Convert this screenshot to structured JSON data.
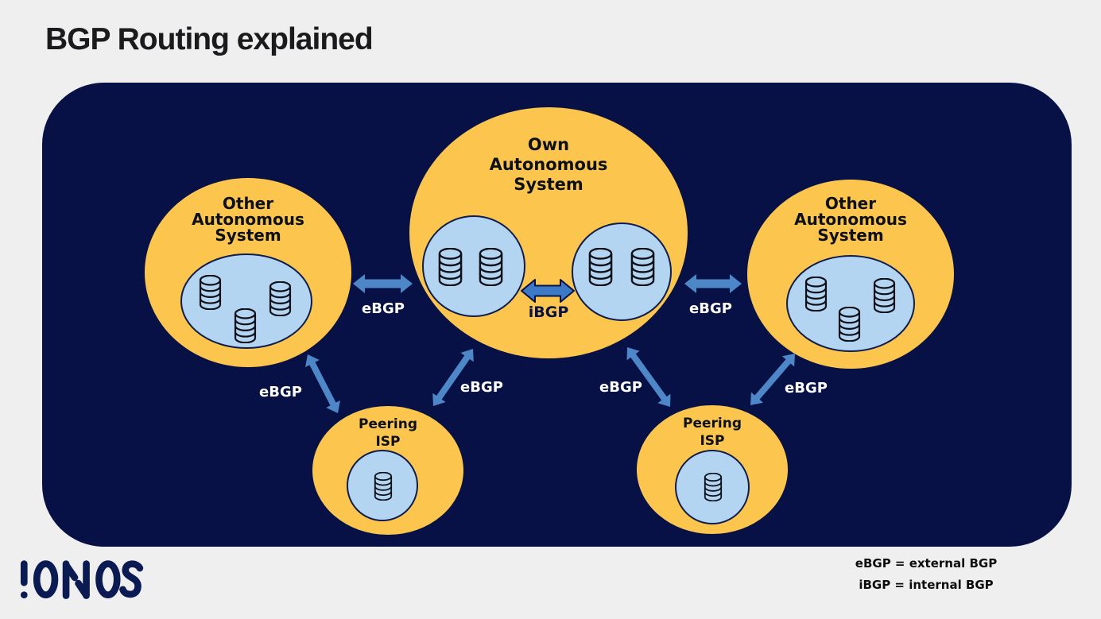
{
  "title": "BGP Routing explained",
  "brand": {
    "logo_text": "IONOS"
  },
  "nodes": {
    "own_as": {
      "lines": [
        "Own",
        "Autonomous",
        "System"
      ]
    },
    "other_as_left": {
      "lines": [
        "Other",
        "Autonomous",
        "System"
      ]
    },
    "other_as_right": {
      "lines": [
        "Other",
        "Autonomous",
        "System"
      ]
    },
    "peering_isp_left": {
      "lines": [
        "Peering",
        "ISP"
      ]
    },
    "peering_isp_right": {
      "lines": [
        "Peering",
        "ISP"
      ]
    }
  },
  "links": {
    "ebgp_left_horizontal": {
      "label": "eBGP"
    },
    "ebgp_right_horizontal": {
      "label": "eBGP"
    },
    "ebgp_left_outer_diagonal": {
      "label": "eBGP"
    },
    "ebgp_left_inner_diagonal": {
      "label": "eBGP"
    },
    "ebgp_right_inner_diagonal": {
      "label": "eBGP"
    },
    "ebgp_right_outer_diagonal": {
      "label": "eBGP"
    },
    "ibgp_internal": {
      "label": "iBGP"
    }
  },
  "legend": {
    "ebgp": "eBGP = external BGP",
    "ibgp": "iBGP = internal BGP"
  },
  "icons": {
    "database": "database-stack-icon",
    "connection": "double-headed-arrow-icon"
  },
  "colors": {
    "background": "#efeff0",
    "panel": "#071146",
    "node_fill": "#fcc64e",
    "inner_fill": "#b4d5f2",
    "inner_stroke": "#0f1c50",
    "arrow": "#4d87c8",
    "ibgp_arrow": "#3c7ac7",
    "label_on_panel": "#ffffff",
    "label_on_node": "#0d1017",
    "logo": "#0a1a52",
    "title_text": "#1b1b1d"
  }
}
